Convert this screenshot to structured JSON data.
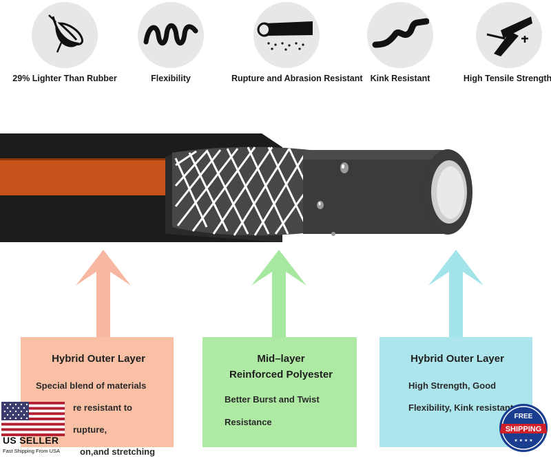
{
  "features": [
    {
      "label": "29% Lighter Than Rubber",
      "icon": "feather-icon"
    },
    {
      "label": "Flexibility",
      "icon": "wavy-line-icon"
    },
    {
      "label": "Rupture and Abrasion Resistant",
      "icon": "hose-surface-icon"
    },
    {
      "label": "Kink Resistant",
      "icon": "kink-icon"
    },
    {
      "label": "High Tensile Strength",
      "icon": "tension-icon"
    }
  ],
  "cards": [
    {
      "title": "Hybrid Outer Layer",
      "lines": [
        "Special blend of materials",
        "re resistant to rupture,",
        "on,and stretching"
      ],
      "color": "#f9c0a5",
      "arrow_color": "#f7b7a0"
    },
    {
      "title_line1": "Mid–layer",
      "title_line2": "Reinforced Polyester",
      "lines": [
        "Better Burst and Twist",
        "Resistance"
      ],
      "color": "#aeeaa4",
      "arrow_color": "#a6e8a0"
    },
    {
      "title": "Hybrid Outer Layer",
      "lines": [
        "High Strength, Good",
        "Flexibility, Kink resistant"
      ],
      "color": "#ace6ec",
      "arrow_color": "#a3e3ea"
    }
  ],
  "badge": {
    "seller": "US SELLER",
    "shipping": "Fast Shipping From USA",
    "seal_top": "FREE",
    "seal_main": "SHIPPING"
  },
  "colors": {
    "hose_black": "#1c1c1c",
    "hose_orange": "#c7521a",
    "tube_grey": "#3b3b3b"
  }
}
